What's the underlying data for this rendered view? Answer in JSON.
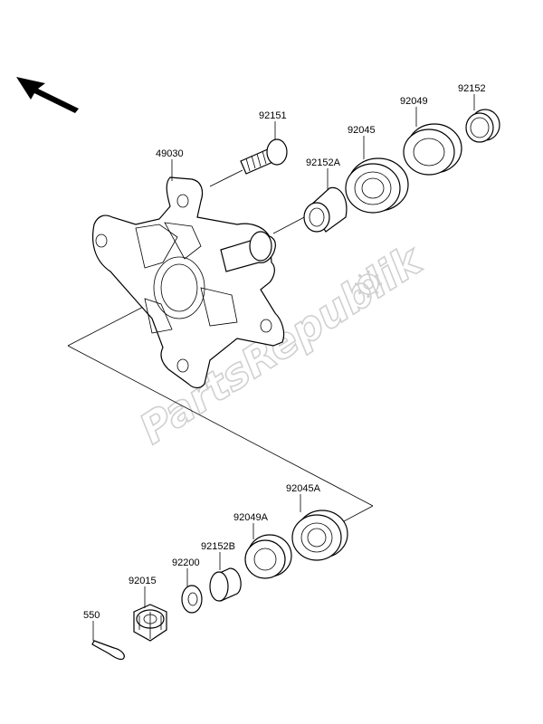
{
  "watermark": {
    "text": "PartsRepublik",
    "logo_icon": "gear-icon"
  },
  "orientation_arrow": {
    "icon": "arrow-up-left-icon"
  },
  "parts": [
    {
      "id": "49030"
    },
    {
      "id": "92151"
    },
    {
      "id": "92152A"
    },
    {
      "id": "92045"
    },
    {
      "id": "92049"
    },
    {
      "id": "92152"
    },
    {
      "id": "92045A"
    },
    {
      "id": "92049A"
    },
    {
      "id": "92152B"
    },
    {
      "id": "92200"
    },
    {
      "id": "92015"
    },
    {
      "id": "550"
    }
  ]
}
